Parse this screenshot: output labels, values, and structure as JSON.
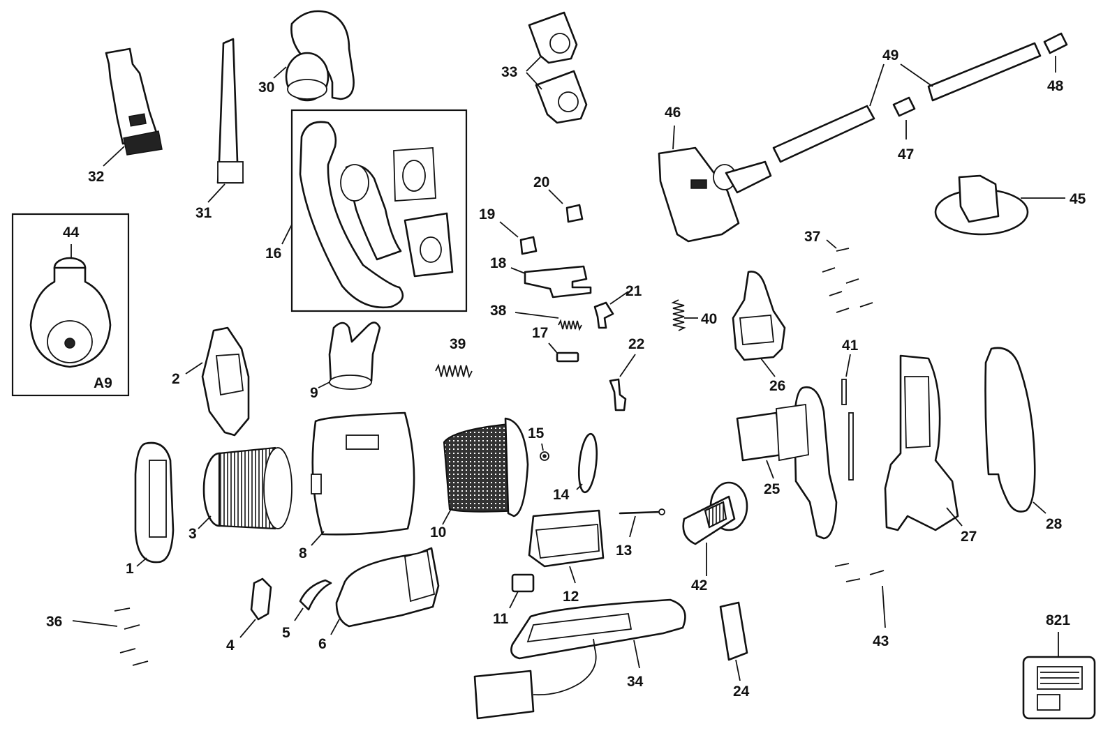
{
  "callouts": {
    "c1": "1",
    "c2": "2",
    "c3": "3",
    "c4": "4",
    "c5": "5",
    "c6": "6",
    "c8": "8",
    "c9": "9",
    "c10": "10",
    "c11": "11",
    "c12": "12",
    "c13": "13",
    "c14": "14",
    "c15": "15",
    "c16": "16",
    "c17": "17",
    "c18": "18",
    "c19": "19",
    "c20": "20",
    "c21": "21",
    "c22": "22",
    "c24": "24",
    "c25": "25",
    "c26": "26",
    "c27": "27",
    "c28": "28",
    "c30": "30",
    "c31": "31",
    "c32": "32",
    "c33": "33",
    "c34": "34",
    "c36": "36",
    "c37": "37",
    "c38": "38",
    "c39": "39",
    "c40": "40",
    "c41": "41",
    "c42": "42",
    "c43": "43",
    "c44": "44",
    "c45": "45",
    "c46": "46",
    "c47": "47",
    "c48": "48",
    "c49": "49",
    "c821": "821",
    "cA9": "A9"
  }
}
